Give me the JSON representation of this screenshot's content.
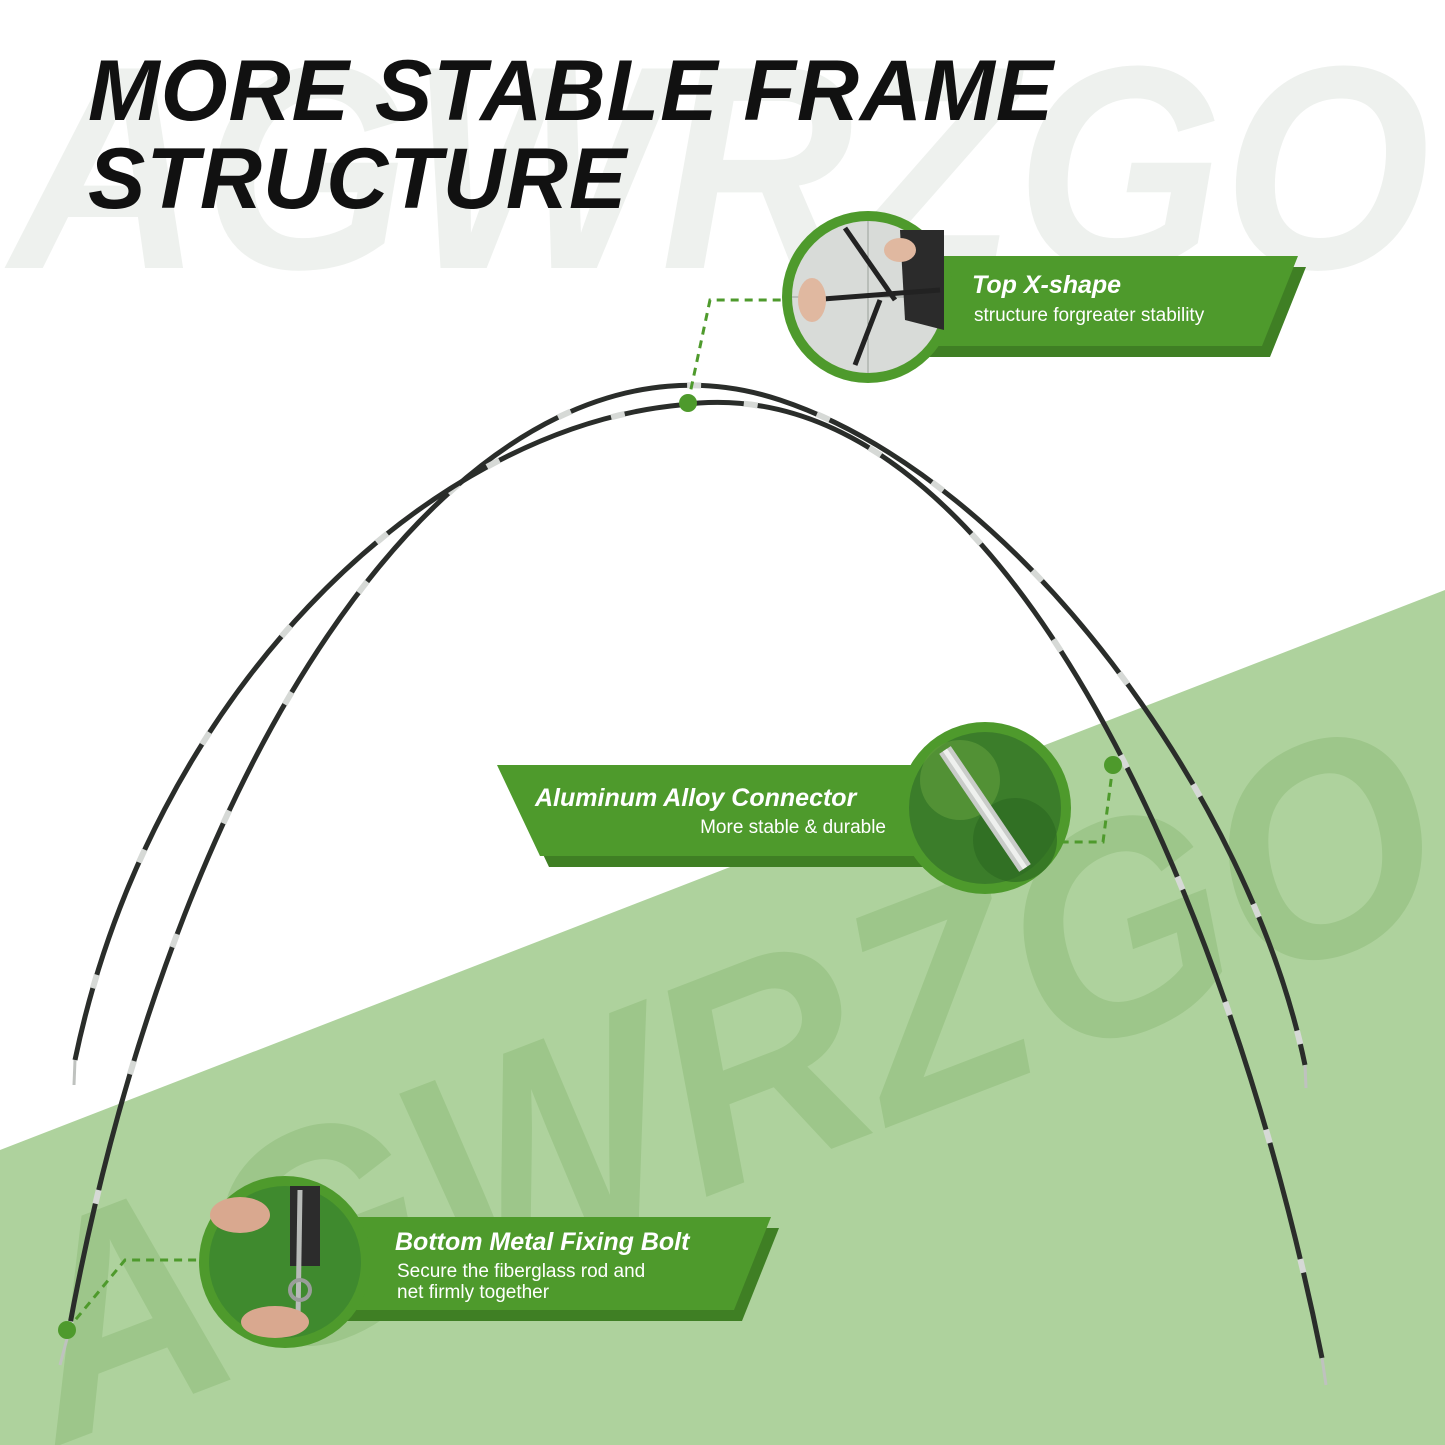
{
  "watermark": "AGWRZGO",
  "headline": {
    "line1": "MORE STABLE FRAME",
    "line2": "STRUCTURE"
  },
  "colors": {
    "banner_green": "#4e9a2c",
    "light_green_band": "#aed29d",
    "watermark_gray": "#eef1ee",
    "rod_dark": "#2a2d2a",
    "rod_sleeve": "#d6d9d6"
  },
  "callouts": {
    "top": {
      "title": "Top X-shape",
      "description": "structure forgreater stability",
      "icon": "x-frame-photo-icon"
    },
    "middle": {
      "title": "Aluminum Alloy Connector",
      "description": "More stable & durable",
      "icon": "connector-photo-icon"
    },
    "bottom": {
      "title": "Bottom Metal Fixing Bolt",
      "description_line1": "Secure the fiberglass rod and",
      "description_line2": "net firmly together",
      "icon": "bolt-photo-icon"
    }
  }
}
